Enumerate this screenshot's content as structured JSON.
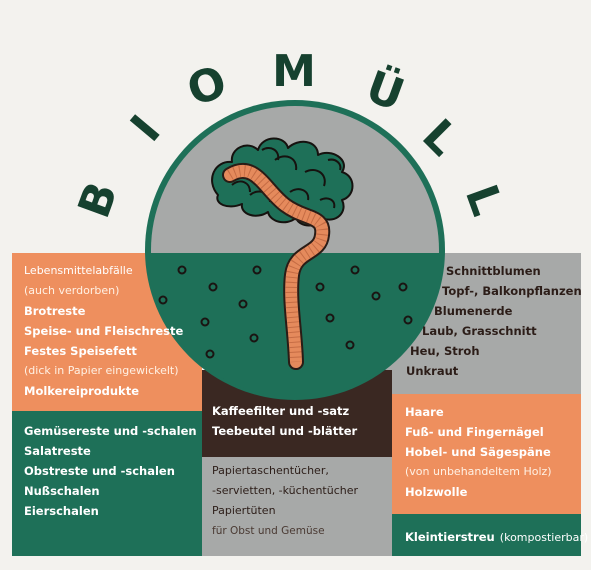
{
  "title_letters": [
    "B",
    "I",
    "O",
    "M",
    "Ü",
    "L",
    "L"
  ],
  "colors": {
    "orange": "#ee8f5e",
    "green": "#1e7058",
    "grey": "#a7a9a8",
    "dark_brown": "#3a2822",
    "worm": "#e58a5c",
    "background": "#f3f2ee"
  },
  "icons": [
    "lettuce-icon",
    "earthworm-icon"
  ],
  "panels": {
    "top_left": {
      "items": [
        {
          "text": "Lebensmittelabfälle",
          "style": "light"
        },
        {
          "text": "(auch verdorben)",
          "style": "faint"
        },
        {
          "text": "Brotreste",
          "style": "bold"
        },
        {
          "text": "Speise- und Fleischreste",
          "style": "bold"
        },
        {
          "text": "Festes Speisefett",
          "style": "bold"
        },
        {
          "text": "(dick in Papier eingewickelt)",
          "style": "faint"
        },
        {
          "text": "Molkereiprodukte",
          "style": "bold"
        }
      ]
    },
    "top_right": {
      "items": [
        "Schnittblumen",
        "Topf-, Balkonpflanzen",
        "Blumenerde",
        "Laub, Grasschnitt",
        "Heu, Stroh",
        "Unkraut"
      ]
    },
    "center": {
      "items": [
        "Kaffeefilter und -satz",
        "Teebeutel und -blätter"
      ]
    },
    "bottom_left": {
      "items": [
        "Gemüsereste und -schalen",
        "Salatreste",
        "Obstreste und -schalen",
        "Nußschalen",
        "Eierschalen"
      ]
    },
    "bottom_center": {
      "items": [
        {
          "text": "Papiertaschentücher,",
          "style": "light"
        },
        {
          "text": "-servietten, -küchentücher",
          "style": "light"
        },
        {
          "text": "Papiertüten",
          "style": "light"
        },
        {
          "text": "für Obst und Gemüse",
          "style": "small"
        }
      ]
    },
    "right_orange": {
      "items": [
        {
          "text": "Haare",
          "style": "bold"
        },
        {
          "text": "Fuß- und Fingernägel",
          "style": "bold"
        },
        {
          "text": "Hobel- und Sägespäne",
          "style": "bold"
        },
        {
          "text": "(von unbehandeltem Holz)",
          "style": "faint"
        },
        {
          "text": "Holzwolle",
          "style": "bold"
        }
      ]
    },
    "kleintier": {
      "label": "Kleintierstreu",
      "suffix": "(kompostierbar)"
    }
  }
}
